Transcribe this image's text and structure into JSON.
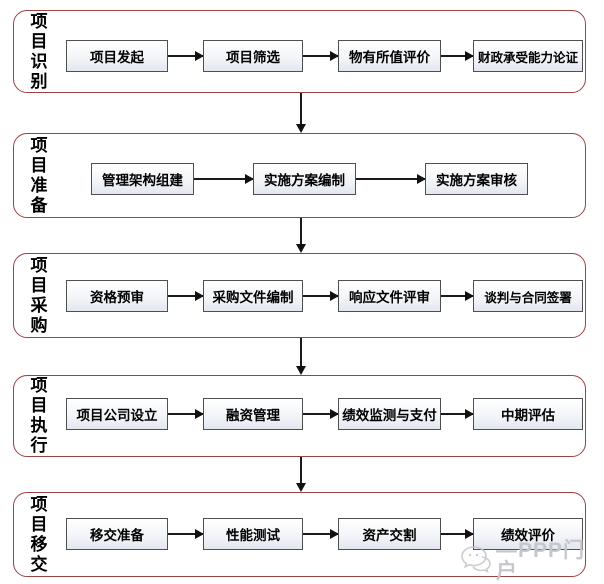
{
  "diagram": {
    "phases": [
      {
        "label": "项目识别",
        "steps": [
          "项目发起",
          "项目筛选",
          "物有所值评价",
          "财政承受能力论证"
        ]
      },
      {
        "label": "项目准备",
        "steps": [
          "管理架构组建",
          "实施方案编制",
          "实施方案审核"
        ]
      },
      {
        "label": "项目采购",
        "steps": [
          "资格预审",
          "采购文件编制",
          "响应文件评审",
          "谈判与合同签署"
        ]
      },
      {
        "label": "项目执行",
        "steps": [
          "项目公司设立",
          "融资管理",
          "绩效监测与支付",
          "中期评估"
        ]
      },
      {
        "label": "项目移交",
        "steps": [
          "移交准备",
          "性能测试",
          "资产交割",
          "绩效评价"
        ]
      }
    ],
    "colors": {
      "phase_border": "#9b4343",
      "step_border": "#4f4f4f",
      "step_fill_top": "#ffffff",
      "step_fill_bottom": "#e3e7ef",
      "arrow": "#111111",
      "watermark": "#c5c7cc"
    }
  },
  "watermark": {
    "icon": "chat-bubbles-icon",
    "text": "—PPP门户"
  }
}
